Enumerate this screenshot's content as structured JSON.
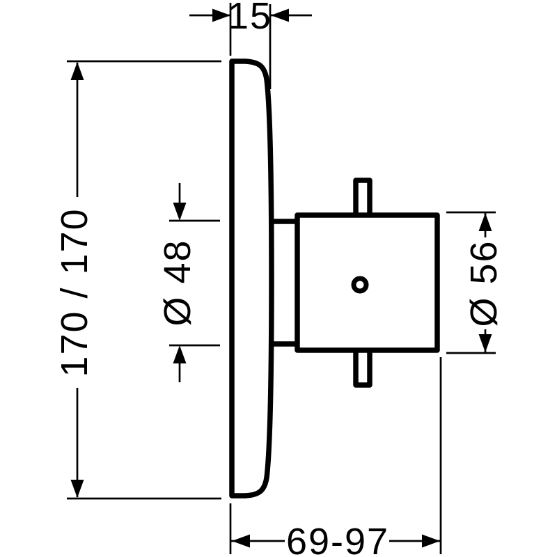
{
  "drawing": {
    "background_color": "#ffffff",
    "line_color": "#000000",
    "labels": {
      "plate_thickness": "15",
      "plate_size": "170 / 170",
      "sleeve_diameter": "Ø 48",
      "handle_diameter": "Ø 56",
      "installation_depth": "69-97"
    }
  }
}
